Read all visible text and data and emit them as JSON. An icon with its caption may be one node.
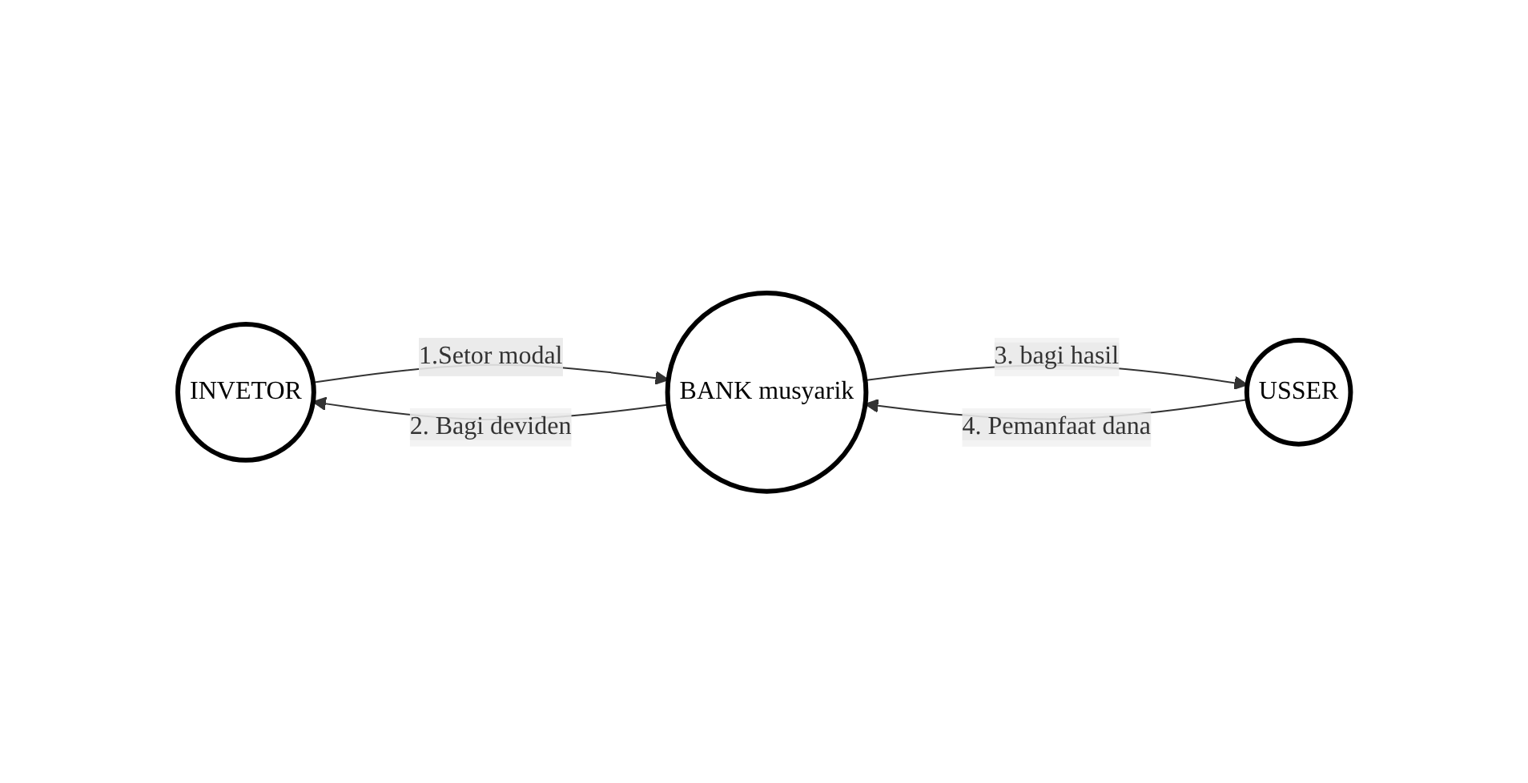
{
  "diagram": {
    "nodes": [
      {
        "text": [
          "INVETOR"
        ]
      },
      {
        "text": [
          "BANK musyarik"
        ]
      },
      {
        "text": [
          "USSER"
        ]
      }
    ],
    "edges": [
      {
        "from": 0,
        "to": 1,
        "arrow": "to",
        "label": "1.Setor modal"
      },
      {
        "from": 1,
        "to": 0,
        "arrow": "to",
        "label": "2. Bagi deviden"
      },
      {
        "from": 1,
        "to": 2,
        "arrow": "to",
        "label": "3. bagi hasil"
      },
      {
        "from": 2,
        "to": 1,
        "arrow": "to",
        "label": "4. Pemanfaat dana"
      }
    ]
  }
}
